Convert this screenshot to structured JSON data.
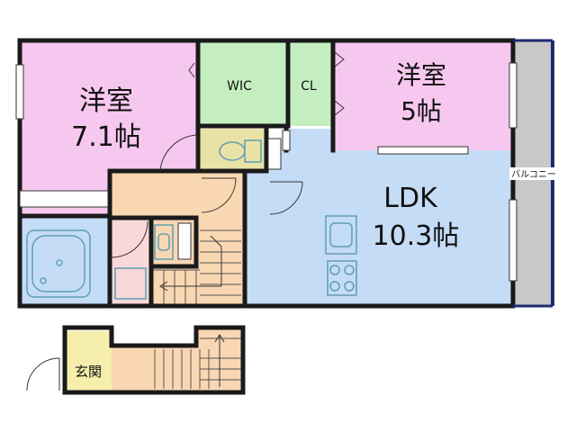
{
  "rooms": {
    "western_room_large": {
      "name": "洋室",
      "size": "7.1帖",
      "color": "#f7c8ef"
    },
    "western_room_small": {
      "name": "洋室",
      "size": "5帖",
      "color": "#f7c8ef"
    },
    "ldk": {
      "name": "LDK",
      "size": "10.3帖",
      "color": "#c5dcf6"
    },
    "wic": {
      "name": "WIC",
      "color": "#c5eec0"
    },
    "closet": {
      "name": "CL",
      "color": "#c5eec0"
    },
    "balcony": {
      "name": "バルコニー",
      "color": "#c8c8c8"
    },
    "entrance": {
      "name": "玄関",
      "color": "#f6eeab"
    },
    "hallway": {
      "color": "#f9d7b3"
    },
    "bathroom": {
      "color": "#c5dcf6"
    },
    "washroom": {
      "color": "#f8d8d8"
    },
    "toilet": {
      "color": "#e9e2a6"
    }
  },
  "colors": {
    "wall": "#1a1a1a",
    "balcony_rail": "#1e2a70",
    "fixture": "#5e9fb0"
  }
}
